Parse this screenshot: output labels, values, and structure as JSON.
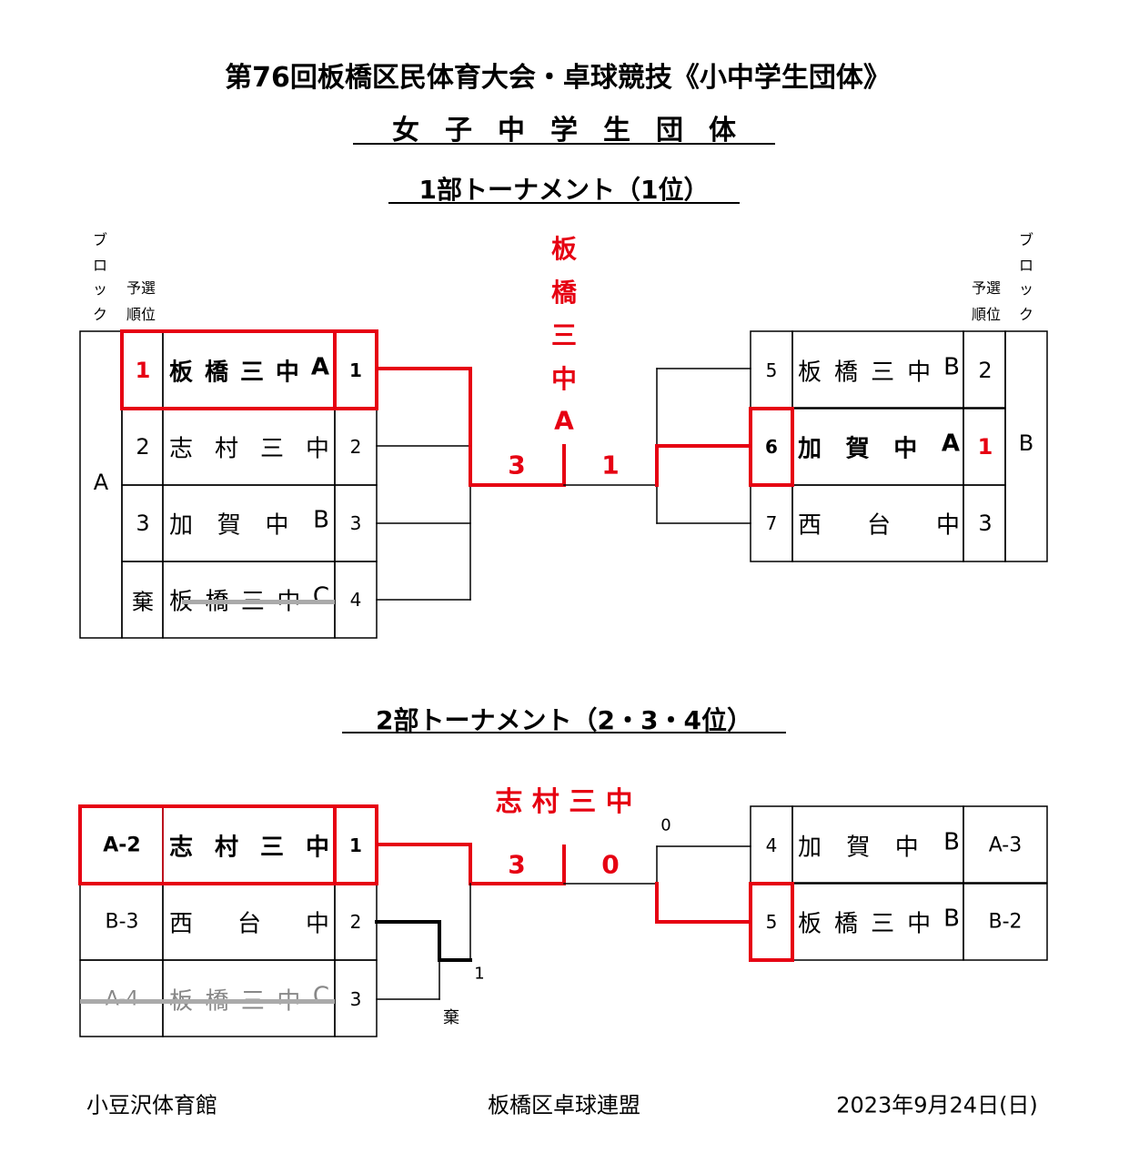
{
  "title": "第76回板橋区民体育大会・卓球競技《小中学生団体》",
  "subtitle": "女子中学生団体",
  "section1": {
    "title": "1部トーナメント（1位）",
    "block_header": [
      "ブ",
      "ロ",
      "ッ",
      "ク"
    ],
    "rank_header": [
      "予選",
      "順位"
    ],
    "left": {
      "block": "A",
      "rows": [
        {
          "rank": "1",
          "name": [
            "板",
            "橋",
            "三",
            "中",
            "A"
          ],
          "seed": "1",
          "winner": true
        },
        {
          "rank": "2",
          "name": [
            "志",
            "村",
            "三",
            "中"
          ],
          "seed": "2"
        },
        {
          "rank": "3",
          "name": [
            "加",
            "賀",
            "中",
            "B"
          ],
          "seed": "3"
        },
        {
          "rank": "棄",
          "name": [
            "板",
            "橋",
            "三",
            "中",
            "C"
          ],
          "seed": "4",
          "withdrawn": true
        }
      ]
    },
    "right": {
      "block": "B",
      "rows": [
        {
          "seed": "5",
          "name": [
            "板",
            "橋",
            "三",
            "中",
            "B"
          ],
          "rank": "2"
        },
        {
          "seed": "6",
          "name": [
            "加",
            "賀",
            "中",
            "A"
          ],
          "rank": "1",
          "winner": true
        },
        {
          "seed": "7",
          "name": [
            "西",
            "台",
            "中"
          ],
          "rank": "3"
        }
      ]
    },
    "champion": [
      "板",
      "橋",
      "三",
      "中",
      "A"
    ],
    "score_left": "3",
    "score_right": "1"
  },
  "section2": {
    "title": "2部トーナメント（2・3・4位）",
    "left": [
      {
        "rank": "A-2",
        "name": [
          "志",
          "村",
          "三",
          "中"
        ],
        "seed": "1",
        "winner": true
      },
      {
        "rank": "B-3",
        "name": [
          "西",
          "台",
          "中"
        ],
        "seed": "2"
      },
      {
        "rank": "A-4",
        "name": [
          "板",
          "橋",
          "三",
          "中",
          "C"
        ],
        "seed": "3",
        "withdrawn": true
      }
    ],
    "right": [
      {
        "seed": "4",
        "name": [
          "加",
          "賀",
          "中",
          "B"
        ],
        "rank": "A-3"
      },
      {
        "seed": "5",
        "name": [
          "板",
          "橋",
          "三",
          "中",
          "B"
        ],
        "rank": "B-2"
      }
    ],
    "champion": "志 村 三 中",
    "score_left": "3",
    "score_right": "0",
    "side_score_top": "0",
    "side_score_bye": "1",
    "side_withdrawn": "棄"
  },
  "footer": {
    "venue": "小豆沢体育館",
    "organizer": "板橋区卓球連盟",
    "date": "2023年9月24日(日)"
  },
  "colors": {
    "highlight": "#e60012"
  }
}
